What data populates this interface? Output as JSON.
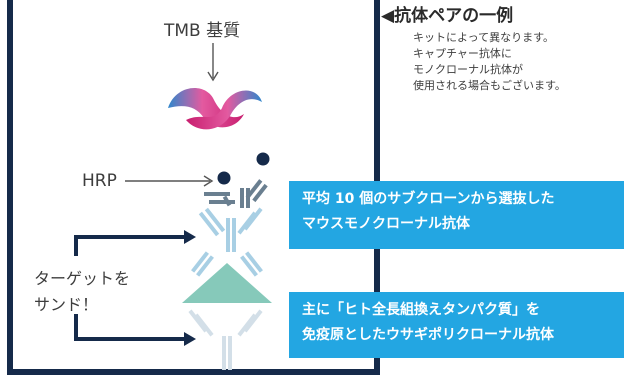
{
  "labels": {
    "substrate": "TMB 基質",
    "enzyme": "HRP",
    "sandwich": [
      "ターゲットを",
      "サンド！"
    ]
  },
  "example": {
    "heading": "◀抗体ペアの一例",
    "notes": [
      "キットによって異なります。",
      "キャプチャー抗体に",
      "モノクローナル抗体が",
      "使用される場合もございます。"
    ]
  },
  "callouts": {
    "detection": [
      "平均 10 個のサブクローンから選抜した",
      "マウスモノクローナル抗体"
    ],
    "capture": [
      "主に「ヒト全長組換えタンパク質」を",
      "免疫原としたウサギポリクローナル抗体"
    ]
  },
  "colors": {
    "frame": "#152a4a",
    "callout": "#23a6e2",
    "target": "#86c9ba",
    "detection_antibody": "#a8cfe4",
    "capture_antibody": "#d3dfe8",
    "hrp_antibody": "#6a7f90",
    "substrate_pink": "#d8287a",
    "substrate_blue": "#2f87cc"
  }
}
